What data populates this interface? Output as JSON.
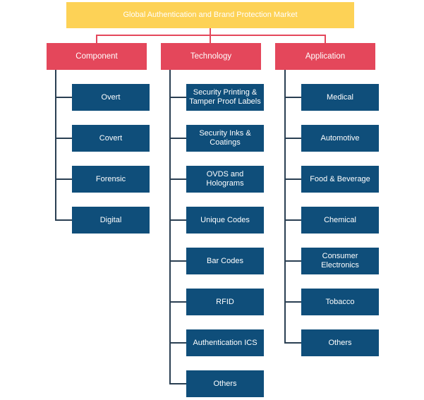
{
  "root": {
    "label": "Global Authentication and Brand Protection Market"
  },
  "colors": {
    "root": "#fdd256",
    "category": "#e4475b",
    "leaf": "#0f4e7a",
    "connector": "#2a3f52"
  },
  "categories": [
    {
      "label": "Component",
      "items": [
        "Overt",
        "Covert",
        "Forensic",
        "Digital"
      ]
    },
    {
      "label": "Technology",
      "items": [
        "Security Printing & Tamper Proof Labels",
        "Security Inks & Coatings",
        "OVDS and Holograms",
        "Unique Codes",
        "Bar Codes",
        "RFID",
        "Authentication ICS",
        "Others"
      ]
    },
    {
      "label": "Application",
      "items": [
        "Medical",
        "Automotive",
        "Food & Beverage",
        "Chemical",
        "Consumer Electronics",
        "Tobacco",
        "Others"
      ]
    }
  ]
}
